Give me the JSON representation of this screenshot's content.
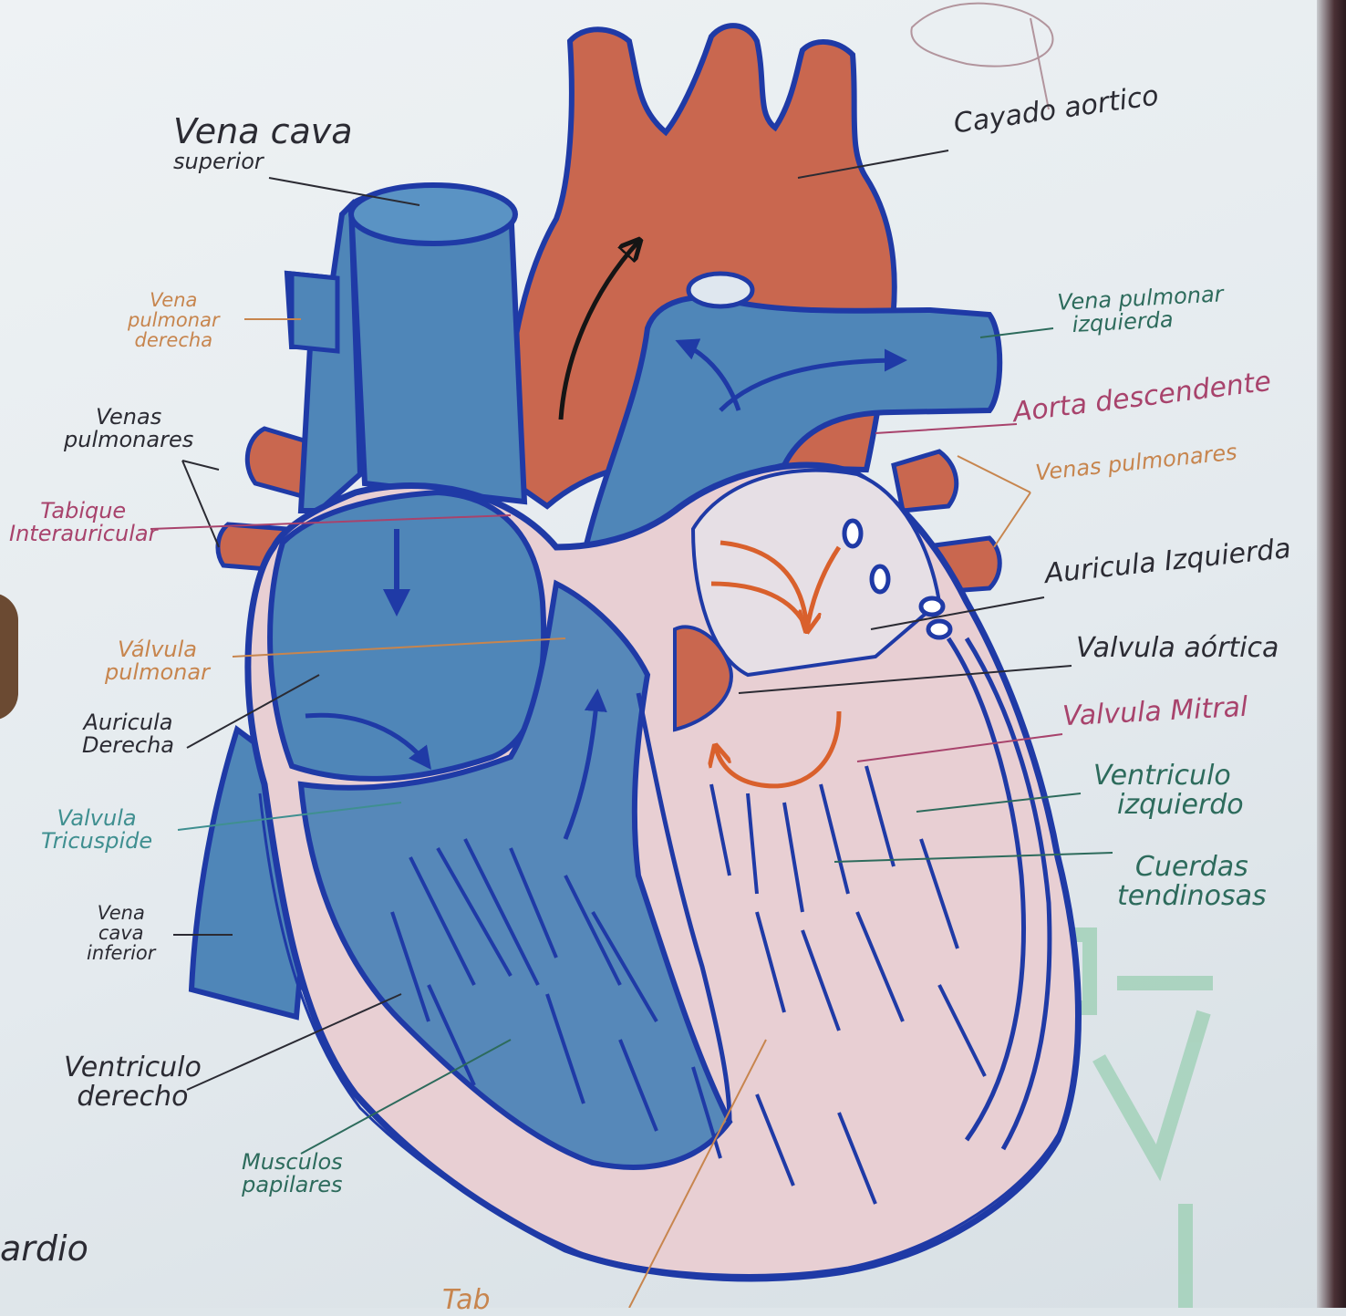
{
  "labels": {
    "vena_cava_superior": [
      "Vena cava",
      "superior"
    ],
    "vena_pulmonar_derecha": [
      "Vena",
      "pulmonar",
      "derecha"
    ],
    "venas_pulmonares_left": [
      "Venas",
      "pulmonares"
    ],
    "tabique_interauricular": [
      "Tabique",
      "Interauricular"
    ],
    "valvula_pulmonar": [
      "Válvula",
      "pulmonar"
    ],
    "auricula_derecha": [
      "Auricula",
      "Derecha"
    ],
    "valvula_tricuspide": [
      "Valvula",
      "Tricuspide"
    ],
    "vena_cava_inferior": [
      "Vena",
      "cava",
      "inferior"
    ],
    "ventriculo_derecho": [
      "Ventriculo",
      "derecho"
    ],
    "musculos_papilares": [
      "Musculos",
      "papilares"
    ],
    "cardio_fragment": "ardio",
    "bottom_fragment": "Tab",
    "cayado_aortico": "Cayado aortico",
    "vena_pulmonar_izquierda": [
      "Vena pulmonar",
      "izquierda"
    ],
    "aorta_descendente": "Aorta descendente",
    "venas_pulmonares_right": "Venas pulmonares",
    "auricula_izquierda": "Auricula Izquierda",
    "valvula_aortica": "Valvula aórtica",
    "valvula_mitral": "Valvula Mitral",
    "ventriculo_izquierdo": [
      "Ventriculo",
      "izquierdo"
    ],
    "cuerdas_tendinosas": [
      "Cuerdas",
      "tendinosas"
    ]
  },
  "colors": {
    "paper": "#e9eef1",
    "blue_fill": "#4f86b8",
    "blue_outline": "#1f3aa6",
    "red_fill": "#c9674f",
    "pink_fill": "#e8cfd3",
    "orange_arrow": "#d9602c",
    "label_black": "#2b2b33",
    "label_orange": "#c7854e",
    "label_magenta": "#a8436c",
    "label_green": "#2d6b5c"
  }
}
